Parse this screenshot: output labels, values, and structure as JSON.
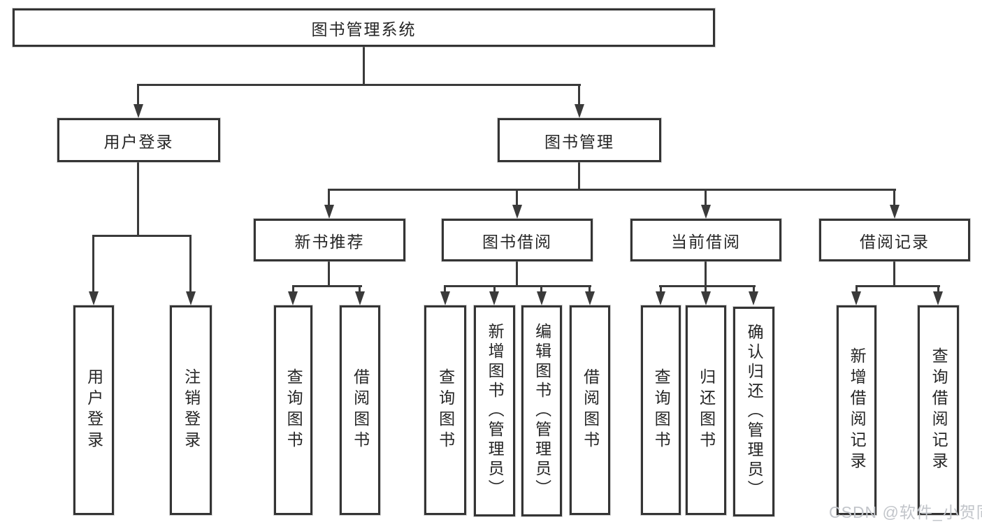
{
  "diagram_title": "图书管理系统",
  "tree": {
    "root": {
      "label": "图书管理系统"
    },
    "level2": [
      {
        "label": "用户登录"
      },
      {
        "label": "图书管理"
      }
    ],
    "level3": [
      {
        "label": "新书推荐"
      },
      {
        "label": "图书借阅"
      },
      {
        "label": "当前借阅"
      },
      {
        "label": "借阅记录"
      }
    ],
    "leaves": {
      "user_login": [
        {
          "label": "用户登录"
        },
        {
          "label": "注销登录"
        }
      ],
      "new_book": [
        {
          "label": "查询图书"
        },
        {
          "label": "借阅图书"
        }
      ],
      "book_borrow": [
        {
          "label": "查询图书"
        },
        {
          "label": "新增图书（管理员）"
        },
        {
          "label": "编辑图书（管理员）"
        },
        {
          "label": "借阅图书"
        }
      ],
      "current_borrow": [
        {
          "label": "查询图书"
        },
        {
          "label": "归还图书"
        },
        {
          "label": "确认归还（管理员）"
        }
      ],
      "borrow_record": [
        {
          "label": "新增借阅记录"
        },
        {
          "label": "查询借阅记录"
        }
      ]
    }
  },
  "watermark": {
    "text": "CSDN @软件_小贺同学",
    "color": "#c2c5ca"
  },
  "colors": {
    "line": "#3a3a3a",
    "box_border": "#343434",
    "text": "#262626",
    "background": "#ffffff"
  }
}
